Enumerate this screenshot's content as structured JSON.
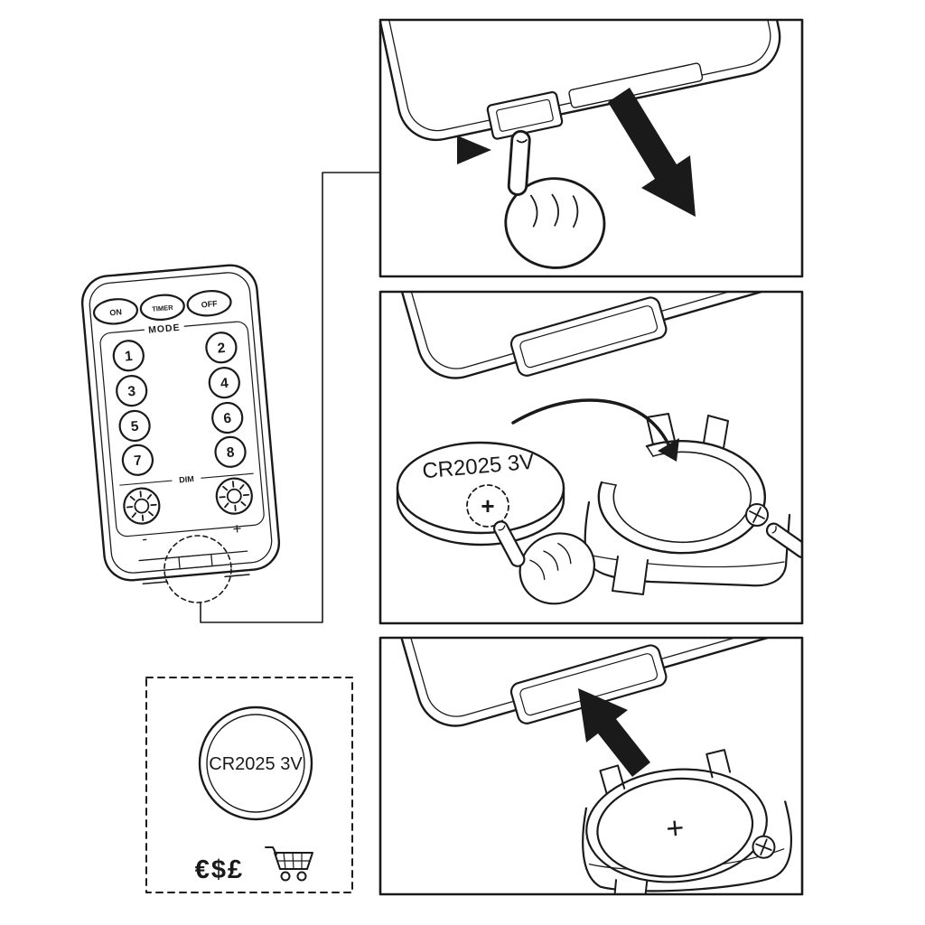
{
  "illustration": {
    "remote": {
      "power_buttons": [
        "ON",
        "TIMER",
        "OFF"
      ],
      "mode_label": "MODE",
      "number_buttons": [
        "1",
        "2",
        "3",
        "4",
        "5",
        "6",
        "7",
        "8"
      ],
      "dim_label": "DIM",
      "dim_minus_label": "-",
      "dim_plus_label": "+"
    },
    "battery_purchase_box": {
      "battery_model": "CR2025 3V",
      "currency_symbols": "€$£"
    },
    "steps": {
      "insert_battery": {
        "battery_model": "CR2025 3V",
        "polarity_mark": "+"
      },
      "close_tray": {
        "polarity_mark": "+"
      }
    },
    "icons": {
      "shopping_cart": "shopping-cart",
      "brightness_buttons": "sun",
      "tray_screw": "circled-plus",
      "hands": "pointing-hand",
      "arrows": [
        "press-tab-right",
        "slide-out-down-right",
        "insert-battery-curve",
        "push-tray-up-left"
      ]
    },
    "colors": {
      "line": "#1a1a1a",
      "background": "#ffffff"
    }
  }
}
